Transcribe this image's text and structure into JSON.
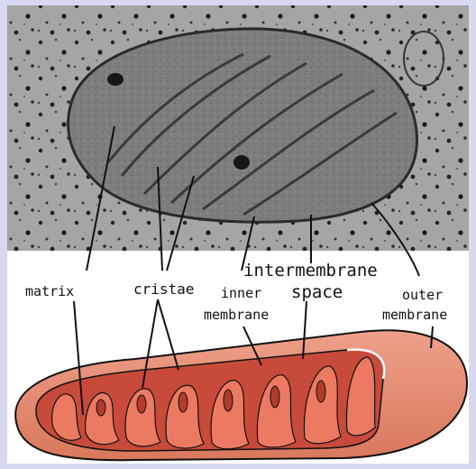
{
  "labels": {
    "matrix": "matrix",
    "cristae": "cristae",
    "inner": "inner",
    "inner_membrane": "membrane",
    "intermembrane": "intermembrane",
    "space": "space",
    "outer": "outer",
    "outer_membrane": "membrane"
  },
  "colors": {
    "frame": "#d8d8f0",
    "micrograph_bg": "#a9a9a9",
    "organelle": "#7c7c7c",
    "outer_membrane": "#e0876b",
    "inner_fill": "#c84a3a",
    "cristae_fold": "#e86a55",
    "stroke": "#111111"
  }
}
